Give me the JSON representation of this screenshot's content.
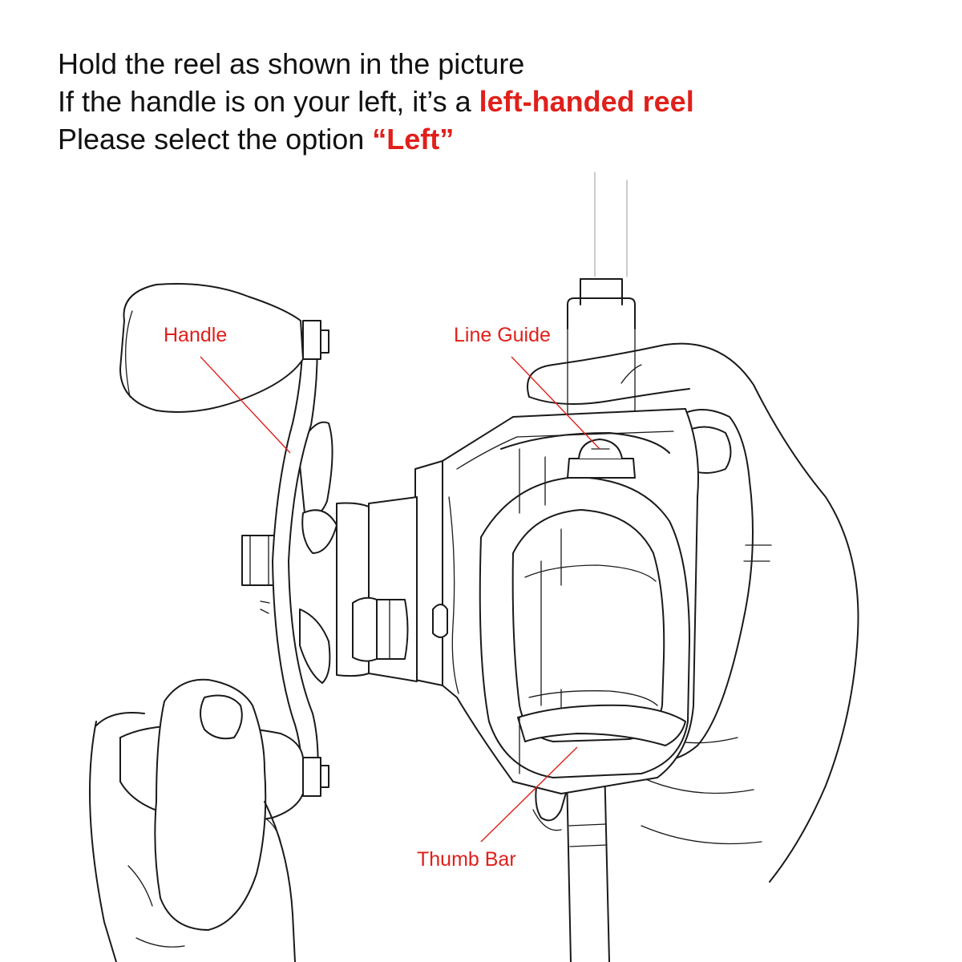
{
  "instructions": {
    "line1": "Hold the reel as shown in the picture",
    "line2_prefix": "If the handle is on your left, it’s a ",
    "line2_highlight": "left-handed reel",
    "line3_prefix": "Please select the option ",
    "line3_highlight": "“Left”"
  },
  "callouts": {
    "handle": "Handle",
    "line_guide": "Line Guide",
    "thumb_bar": "Thumb Bar"
  },
  "colors": {
    "accent": "#e0201b",
    "text": "#111111",
    "outline": "#1a1a1a"
  }
}
